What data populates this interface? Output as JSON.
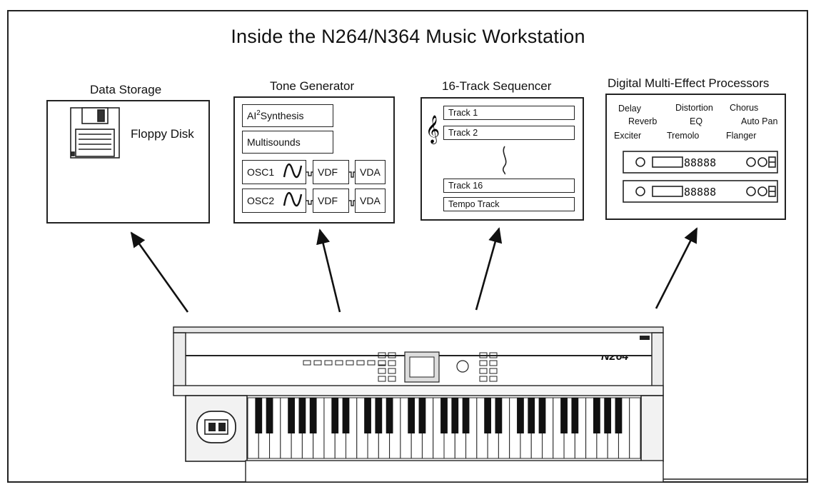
{
  "title": "Inside the N264/N364 Music Workstation",
  "data_storage": {
    "heading": "Data Storage",
    "item": "Floppy Disk"
  },
  "tone_generator": {
    "heading": "Tone Generator",
    "ai_prefix": "AI",
    "ai_sup": "2",
    "ai_suffix": " Synthesis",
    "multisounds": "Multisounds",
    "osc1": "OSC1",
    "osc2": "OSC2",
    "vdf": "VDF",
    "vda": "VDA"
  },
  "sequencer": {
    "heading": "16-Track Sequencer",
    "tracks": [
      "Track 1",
      "Track 2",
      "Track 16",
      "Tempo Track"
    ]
  },
  "effects": {
    "heading": "Digital Multi-Effect Processors",
    "names": [
      "Delay",
      "Distortion",
      "Chorus",
      "Reverb",
      "EQ",
      "Auto Pan",
      "Exciter",
      "Tremolo",
      "Flanger"
    ]
  },
  "keyboard": {
    "model_label": "N264"
  },
  "icons": [
    "floppy-disk-icon",
    "treble-clef-icon",
    "sine-wave-icon",
    "arrow-icon",
    "keyboard-illustration"
  ]
}
